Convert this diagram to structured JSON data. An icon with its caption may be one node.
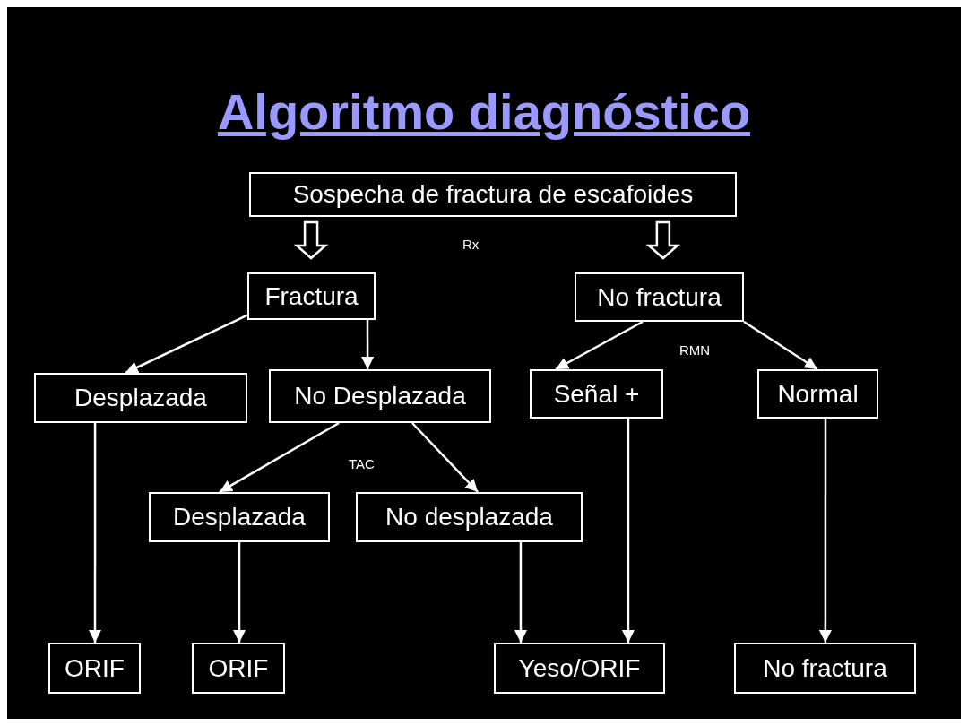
{
  "diagram": {
    "title": "Algoritmo diagnóstico",
    "nodes": [
      {
        "text": [
          "Sospecha de fractura de escafoides"
        ]
      },
      {
        "text": [
          "Fractura"
        ]
      },
      {
        "text": [
          "No fractura"
        ]
      },
      {
        "text": [
          "Desplazada"
        ]
      },
      {
        "text": [
          "No Desplazada"
        ]
      },
      {
        "text": [
          "Señal +"
        ]
      },
      {
        "text": [
          "Normal"
        ]
      },
      {
        "text": [
          "Desplazada"
        ]
      },
      {
        "text": [
          "No desplazada"
        ]
      },
      {
        "text": [
          "ORIF"
        ]
      },
      {
        "text": [
          "ORIF"
        ]
      },
      {
        "text": [
          "Yeso/ORIF"
        ]
      },
      {
        "text": [
          "No fractura"
        ]
      }
    ],
    "edges": [
      {
        "from": 0,
        "to": 1,
        "arrow": "to"
      },
      {
        "from": 0,
        "to": 2,
        "arrow": "to"
      },
      {
        "from": 1,
        "to": 3,
        "arrow": "to"
      },
      {
        "from": 1,
        "to": 4,
        "arrow": "to"
      },
      {
        "from": 2,
        "to": 5,
        "arrow": "to"
      },
      {
        "from": 2,
        "to": 6,
        "arrow": "to"
      },
      {
        "from": 4,
        "to": 7,
        "arrow": "to"
      },
      {
        "from": 4,
        "to": 8,
        "arrow": "to"
      },
      {
        "from": 3,
        "to": 9,
        "arrow": "to"
      },
      {
        "from": 7,
        "to": 10,
        "arrow": "to"
      },
      {
        "from": 8,
        "to": 11,
        "arrow": "to"
      },
      {
        "from": 5,
        "to": 11,
        "arrow": "to"
      },
      {
        "from": 6,
        "to": 12,
        "arrow": "to"
      }
    ],
    "labels": [
      "Rx",
      "RMN",
      "TAC"
    ]
  }
}
